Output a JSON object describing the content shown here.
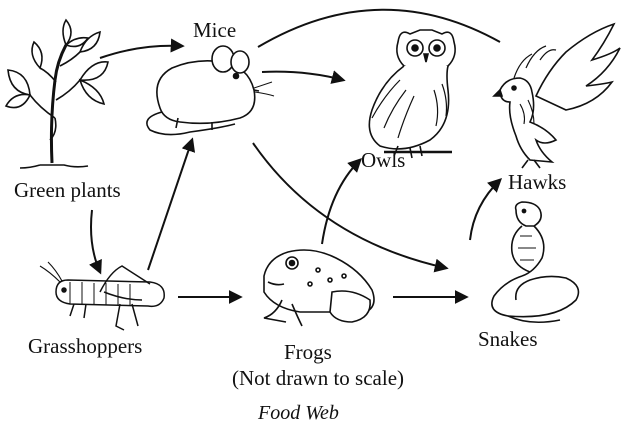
{
  "diagram": {
    "caption": "Food Web",
    "organisms": {
      "plants": "Green plants",
      "mice": "Mice",
      "owls": "Owls",
      "hawks": "Hawks",
      "grasshoppers": "Grasshoppers",
      "frogs": "Frogs",
      "snakes": "Snakes"
    },
    "note": "(Not drawn to scale)",
    "arrows": [
      {
        "from": "Green plants",
        "to": "Mice"
      },
      {
        "from": "Green plants",
        "to": "Grasshoppers"
      },
      {
        "from": "Grasshoppers",
        "to": "Mice"
      },
      {
        "from": "Grasshoppers",
        "to": "Frogs"
      },
      {
        "from": "Mice",
        "to": "Owls"
      },
      {
        "from": "Mice",
        "to": "Hawks"
      },
      {
        "from": "Mice",
        "to": "Snakes"
      },
      {
        "from": "Frogs",
        "to": "Owls"
      },
      {
        "from": "Frogs",
        "to": "Snakes"
      },
      {
        "from": "Snakes",
        "to": "Hawks"
      }
    ]
  }
}
